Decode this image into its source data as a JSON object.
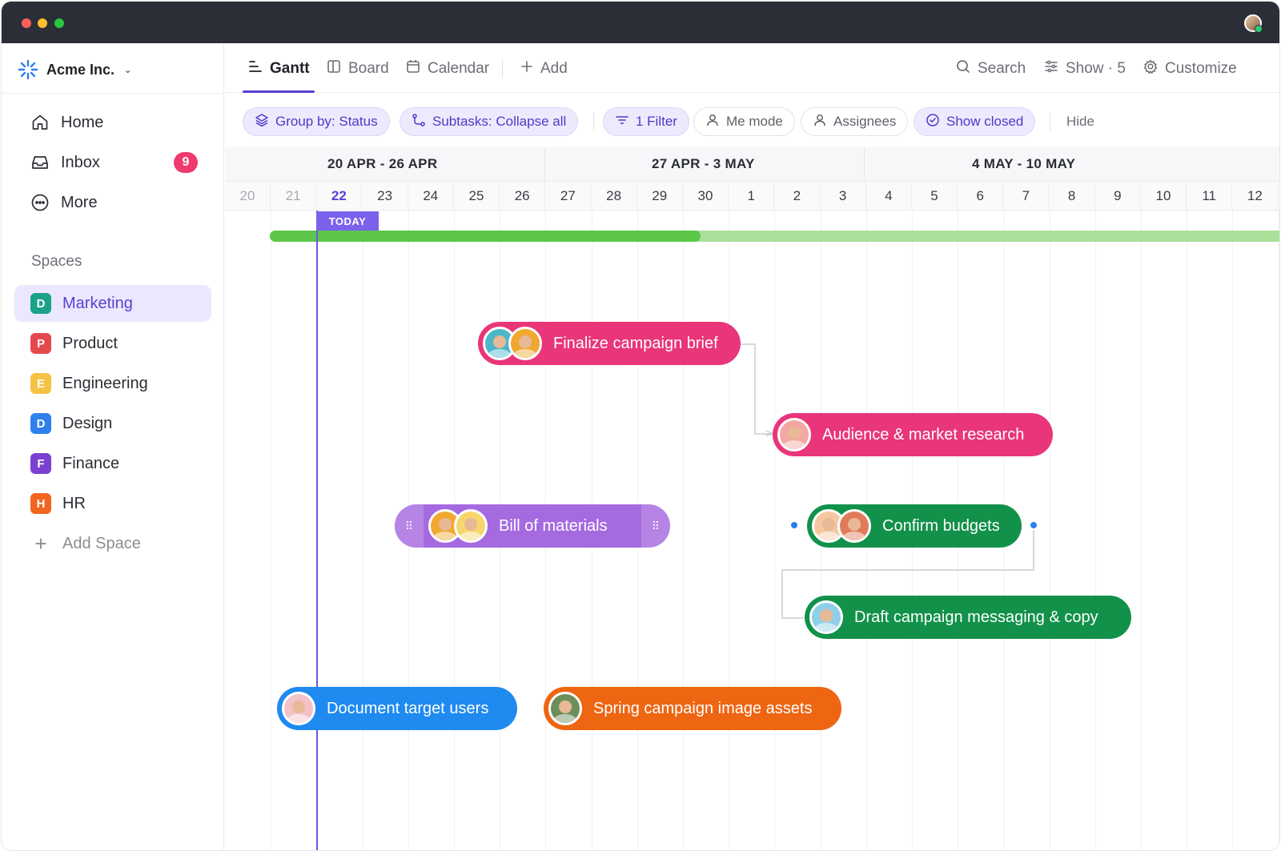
{
  "workspace": {
    "name": "Acme Inc."
  },
  "nav": [
    {
      "label": "Home",
      "icon": "home-icon"
    },
    {
      "label": "Inbox",
      "icon": "inbox-icon",
      "badge": "9"
    },
    {
      "label": "More",
      "icon": "more-icon"
    }
  ],
  "spaces": {
    "title": "Spaces",
    "items": [
      {
        "letter": "D",
        "label": "Marketing",
        "color": "#1aa388",
        "active": true
      },
      {
        "letter": "P",
        "label": "Product",
        "color": "#e5484d"
      },
      {
        "letter": "E",
        "label": "Engineering",
        "color": "#f6c244"
      },
      {
        "letter": "D",
        "label": "Design",
        "color": "#2f80ed"
      },
      {
        "letter": "F",
        "label": "Finance",
        "color": "#7b3fd2"
      },
      {
        "letter": "H",
        "label": "HR",
        "color": "#f2651f"
      }
    ],
    "add_label": "Add Space"
  },
  "views": {
    "tabs": [
      {
        "label": "Gantt",
        "active": true
      },
      {
        "label": "Board"
      },
      {
        "label": "Calendar"
      }
    ],
    "add_label": "Add",
    "search_label": "Search",
    "show_label": "Show · 5",
    "customize_label": "Customize"
  },
  "filters": {
    "group_by": "Group by: Status",
    "subtasks": "Subtasks: Collapse all",
    "filter": "1 Filter",
    "me_mode": "Me mode",
    "assignees": "Assignees",
    "show_closed": "Show closed",
    "hide": "Hide"
  },
  "timeline": {
    "weeks": [
      "20 APR - 26 APR",
      "27 APR - 3 MAY",
      "4 MAY - 10 MAY"
    ],
    "days": [
      "20",
      "21",
      "22",
      "23",
      "24",
      "25",
      "26",
      "27",
      "28",
      "29",
      "30",
      "1",
      "2",
      "3",
      "4",
      "5",
      "6",
      "7",
      "8",
      "9",
      "10",
      "11",
      "12"
    ],
    "today_label": "TODAY",
    "progress": 0.42
  },
  "tasks": [
    {
      "label": "Finalize campaign brief",
      "color": "#e9357a"
    },
    {
      "label": "Audience & market research",
      "color": "#e9357a"
    },
    {
      "label": "Bill of materials",
      "color": "#a66ae0"
    },
    {
      "label": "Confirm budgets",
      "color": "#12914a"
    },
    {
      "label": "Draft campaign messaging & copy",
      "color": "#12914a"
    },
    {
      "label": "Document target users",
      "color": "#1f8af0"
    },
    {
      "label": "Spring campaign image assets",
      "color": "#ee6512"
    }
  ],
  "colors": {
    "accent": "#5a3fd6"
  }
}
